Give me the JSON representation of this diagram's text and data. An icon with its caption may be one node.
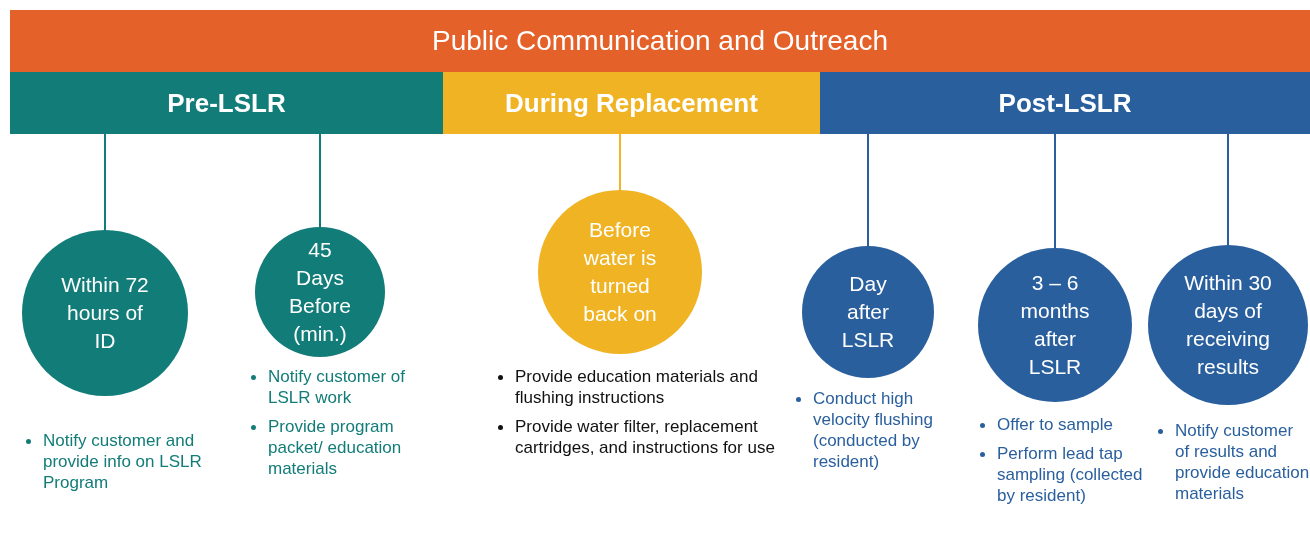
{
  "diagram": {
    "nodes": [
      {
        "text": [
          "Public Communication and Outreach"
        ]
      },
      {
        "text": [
          "Pre-LSLR"
        ]
      },
      {
        "text": [
          "During Replacement"
        ]
      },
      {
        "text": [
          "Post-LSLR"
        ]
      },
      {
        "text": [
          "Within 72 hours of ID"
        ],
        "beside": [
          "Notify customer and provide info on LSLR Program"
        ]
      },
      {
        "text": [
          "45 Days Before (min.)"
        ],
        "beside": [
          "Notify customer of LSLR work",
          "Provide program packet/ education materials"
        ]
      },
      {
        "text": [
          "Before water is turned back on"
        ],
        "beside": [
          "Provide education materials and flushing instructions",
          "Provide water filter, replacement cartridges, and instructions for use"
        ]
      },
      {
        "text": [
          "Day after LSLR"
        ],
        "beside": [
          "Conduct high velocity flushing (conducted by resident)"
        ]
      },
      {
        "text": [
          "3 – 6 months after LSLR"
        ],
        "beside": [
          "Offer to sample",
          "Perform lead tap sampling (collected by resident)"
        ]
      },
      {
        "text": [
          "Within 30 days of receiving results"
        ],
        "beside": [
          "Notify customer of results and provide education materials"
        ]
      }
    ],
    "edges": [
      {
        "from": 1,
        "to": 4,
        "arrow": "none",
        "color": "#127c78"
      },
      {
        "from": 1,
        "to": 5,
        "arrow": "none",
        "color": "#127c78"
      },
      {
        "from": 2,
        "to": 6,
        "arrow": "none",
        "color": "#f0b323"
      },
      {
        "from": 3,
        "to": 7,
        "arrow": "none",
        "color": "#2a5f9e"
      },
      {
        "from": 3,
        "to": 8,
        "arrow": "none",
        "color": "#2a5f9e"
      },
      {
        "from": 3,
        "to": 9,
        "arrow": "none",
        "color": "#2a5f9e"
      }
    ]
  }
}
